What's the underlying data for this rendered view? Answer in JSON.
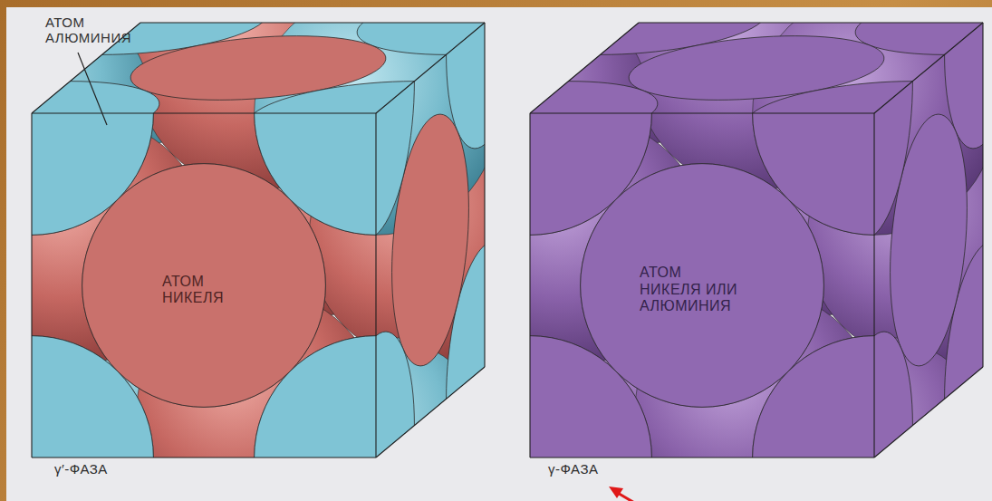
{
  "diagram": {
    "nodes": [
      {
        "text": [
          "γ′-ФАЗА"
        ]
      },
      {
        "text": [
          "АТОМ НИКЕЛЯ"
        ],
        "in": 0
      },
      {
        "text": [
          "γ-ФАЗА"
        ]
      },
      {
        "text": [
          "АТОМ НИКЕЛЯ ИЛИ АЛЮМИНИЯ"
        ],
        "in": 2
      }
    ],
    "labels": [
      "АТОМ АЛЮМИНИЯ"
    ]
  }
}
